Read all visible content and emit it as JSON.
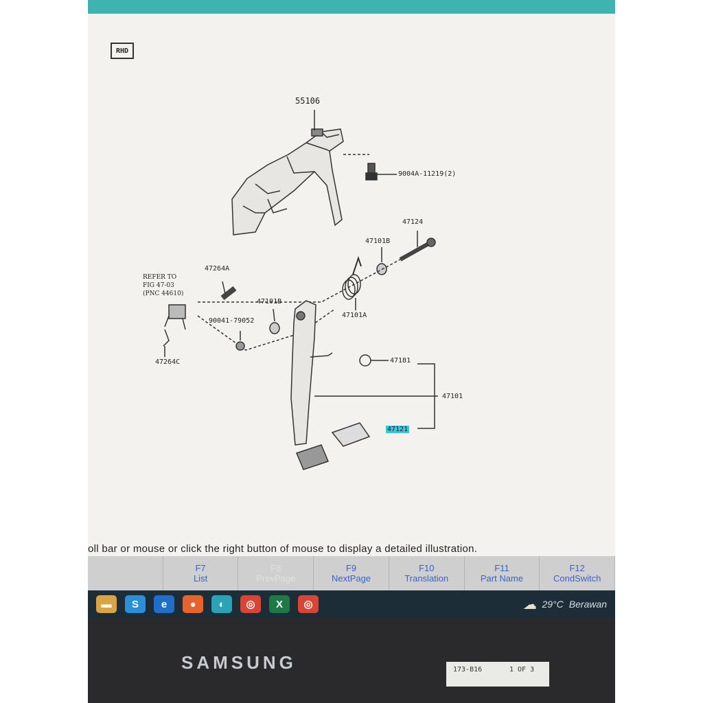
{
  "badge": "RHD",
  "diagram": {
    "callouts": {
      "p55106": "55106",
      "p9004a": "9004A-11219(2)",
      "p47124": "47124",
      "p47101b_top": "47101B",
      "p47264a": "47264A",
      "p47101b_mid": "47101B",
      "p47101a": "47101A",
      "p90041": "90041-79052",
      "p47264c": "47264C",
      "p47181": "47181",
      "p47101": "47101",
      "p47121": "47121"
    },
    "refer_note": [
      "REFER TO",
      "FIG 47-03",
      "(PNC 44610)"
    ]
  },
  "hint_text": "oll bar or mouse or click the right button of mouse to display a detailed illustration.",
  "fkeys": [
    {
      "key": "",
      "label": ""
    },
    {
      "key": "F7",
      "label": "List"
    },
    {
      "key": "F8",
      "label": "PrevPage"
    },
    {
      "key": "F9",
      "label": "NextPage"
    },
    {
      "key": "F10",
      "label": "Translation"
    },
    {
      "key": "F11",
      "label": "Part Name"
    },
    {
      "key": "F12",
      "label": "CondSwitch"
    }
  ],
  "taskbar": {
    "icons": [
      "file-explorer-icon",
      "skype-icon",
      "edge-icon",
      "firefox-icon",
      "edge-chromium-icon",
      "chrome-icon",
      "excel-icon",
      "chrome-icon"
    ],
    "temperature": "29°C",
    "weather": "Berawan"
  },
  "monitor": {
    "brand": "SAMSUNG",
    "sticker_code": "173-B16",
    "sticker_page": "1 OF 3"
  },
  "colors": {
    "title_strip": "#3fb3b0",
    "highlight": "#38c8d8",
    "fkey_text": "#3a62c8",
    "taskbar": "#1c2d38"
  }
}
